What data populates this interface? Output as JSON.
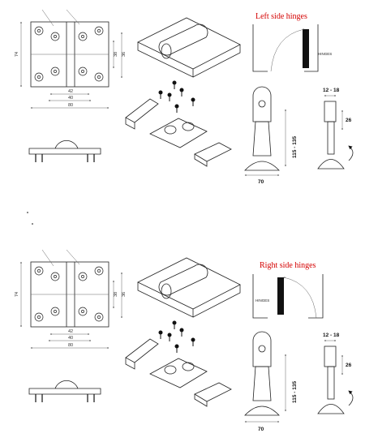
{
  "sections": [
    {
      "id": "left",
      "title": "Left side hinges",
      "title_color": "#d40000",
      "hinge_tag": "HINGES",
      "front_dims": {
        "height": "74",
        "inner_v": "38",
        "outer_v": "36",
        "b1": "42",
        "b2": "40",
        "b3": "80"
      },
      "stop_dims": {
        "width": "70",
        "height": "115 - 135"
      },
      "side_dims": {
        "gap": "12 - 18",
        "depth": "26"
      }
    },
    {
      "id": "right",
      "title": "Right side hinges",
      "title_color": "#d40000",
      "hinge_tag": "HINGES",
      "front_dims": {
        "height": "74",
        "inner_v": "38",
        "outer_v": "36",
        "b1": "42",
        "b2": "40",
        "b3": "80"
      },
      "stop_dims": {
        "width": "70",
        "height": "115 - 135"
      },
      "side_dims": {
        "gap": "12 - 18",
        "depth": "26"
      }
    }
  ],
  "colors": {
    "line": "#222222",
    "panel": "#111111",
    "title": "#d40000"
  }
}
